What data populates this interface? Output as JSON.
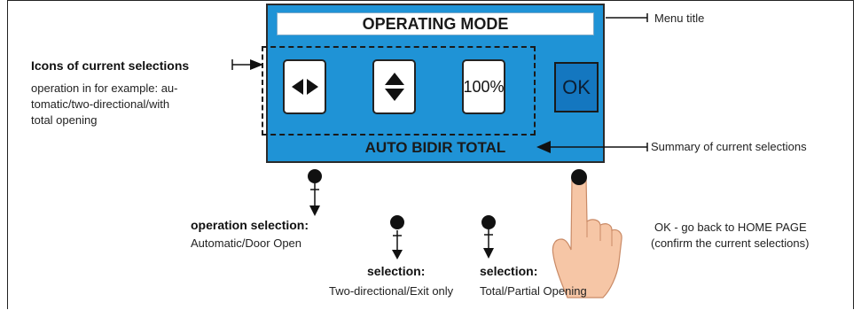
{
  "screen": {
    "menu_title": "OPERATING MODE",
    "buttons": [
      {
        "icon": "left-right-arrows-icon"
      },
      {
        "icon": "up-down-arrows-icon"
      },
      {
        "label": "100%"
      }
    ],
    "ok_label": "OK",
    "summary": "AUTO BIDIR TOTAL",
    "colors": {
      "screen": "#1f93d6",
      "ok": "#1477c0"
    }
  },
  "annotations": {
    "menu_title": "Menu title",
    "summary": "Summary of current selections",
    "icons_title": "Icons of current selections",
    "icons_desc": [
      "operation in for example: au-",
      "tomatic/two-directional/with",
      "total opening"
    ],
    "op_title": "operation selection:",
    "op_desc": "Automatic/Door Open",
    "dir_title": "selection:",
    "dir_desc": "Two-directional/Exit only",
    "open_title": "selection:",
    "open_desc": "Total/Partial Opening",
    "ok_desc": [
      "OK - go back to HOME PAGE",
      "(confirm the current selections)"
    ]
  }
}
